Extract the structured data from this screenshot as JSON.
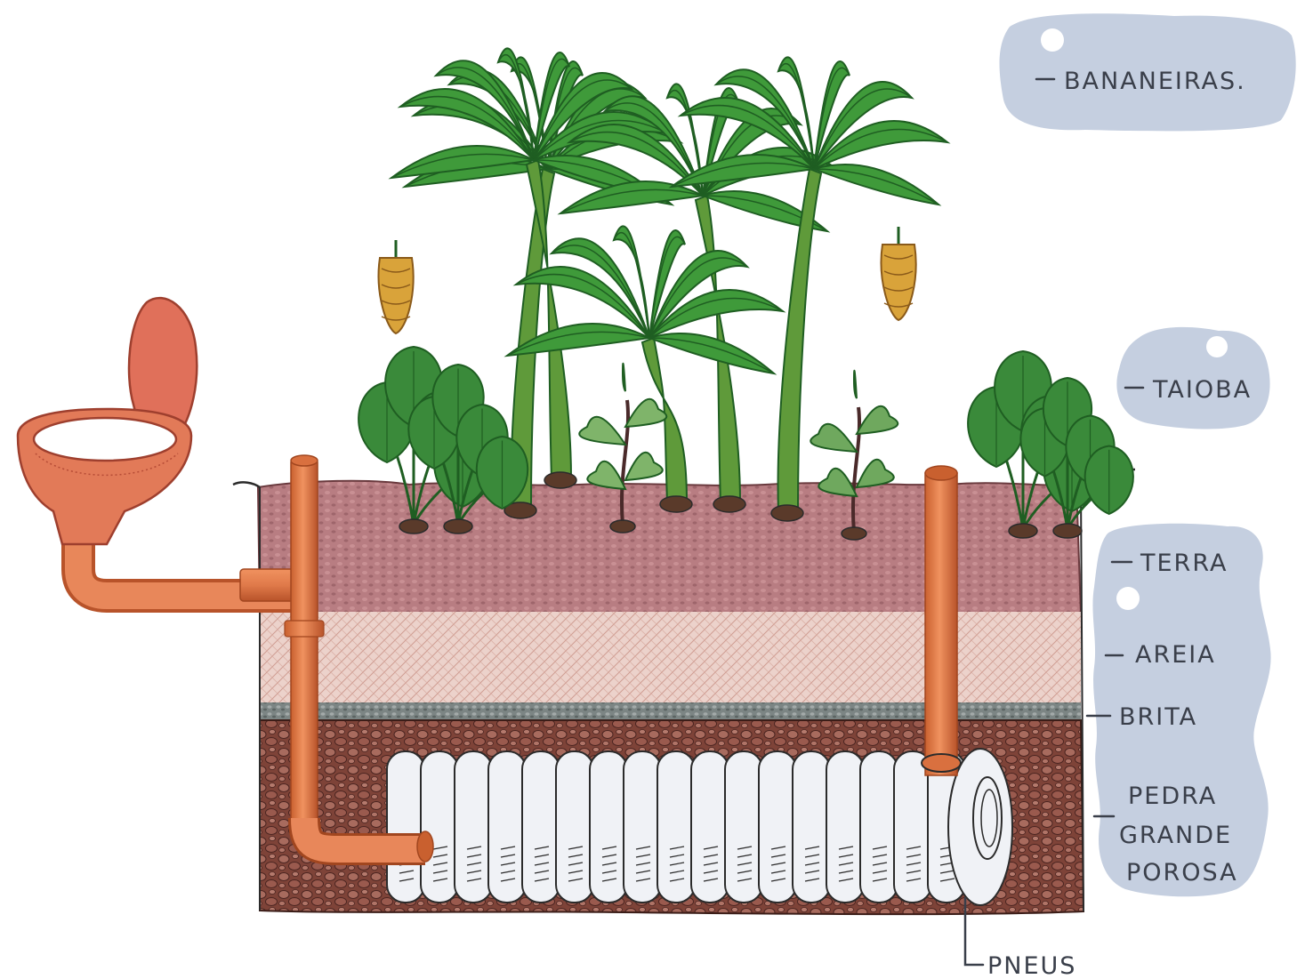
{
  "labels": {
    "bananeiras": "BANANEIRAS.",
    "taioba": "TAIOBA",
    "terra": "TERRA",
    "areia": "AREIA",
    "brita": "BRITA",
    "pedra_line1": "PEDRA",
    "pedra_line2": "GRANDE",
    "pedra_line3": "POROSA",
    "pneus": "PNEUS"
  },
  "colors": {
    "paper": "#ffffff",
    "label_blob": "#c5cfe0",
    "ink": "#3a3f4a",
    "pipe": "#e07a4a",
    "pipe_dark": "#b8532a",
    "soil_top": "#b77a80",
    "sand": "#e8c9c0",
    "gravel": "#6f7a78",
    "stones": "#8a4a3e",
    "tires": "#f0f2f6",
    "leaf": "#3f9a3a",
    "leaf_dark": "#1f5e22",
    "trunk": "#5f9a3a",
    "banana": "#d9a33a"
  },
  "icons": [
    "toilet-icon",
    "banana-tree-icon",
    "taioba-plant-icon",
    "tire-icon",
    "pipe-icon"
  ]
}
